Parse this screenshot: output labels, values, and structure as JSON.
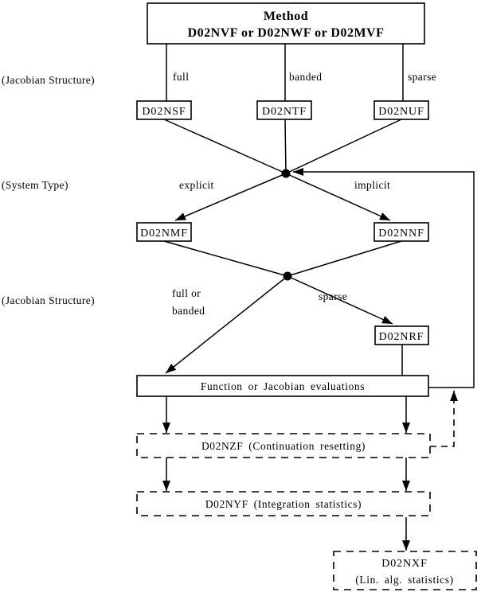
{
  "method": {
    "title": "Method",
    "routines": "D02NVF or D02NWF or D02MVF"
  },
  "side_labels": {
    "jacobian_structure_1": "(Jacobian Structure)",
    "system_type": "(System Type)",
    "jacobian_structure_2": "(Jacobian Structure)"
  },
  "branch_labels": {
    "full": "full",
    "banded": "banded",
    "sparse": "sparse",
    "explicit": "explicit",
    "implicit": "implicit",
    "full_or": "full or",
    "banded_2": "banded",
    "sparse_2": "sparse"
  },
  "nodes": {
    "d02nsf": "D02NSF",
    "d02ntf": "D02NTF",
    "d02nuf": "D02NUF",
    "d02nmf": "D02NMF",
    "d02nnf": "D02NNF",
    "d02nrf": "D02NRF",
    "function_eval": "Function or Jacobian evaluations",
    "d02nzf": "D02NZF (Continuation resetting)",
    "d02nyf": "D02NYF (Integration statistics)",
    "d02nxf_name": "D02NXF",
    "d02nxf_desc": "(Lin. alg. statistics)"
  },
  "colors": {
    "line": "#000000",
    "background": "#ffffff"
  }
}
